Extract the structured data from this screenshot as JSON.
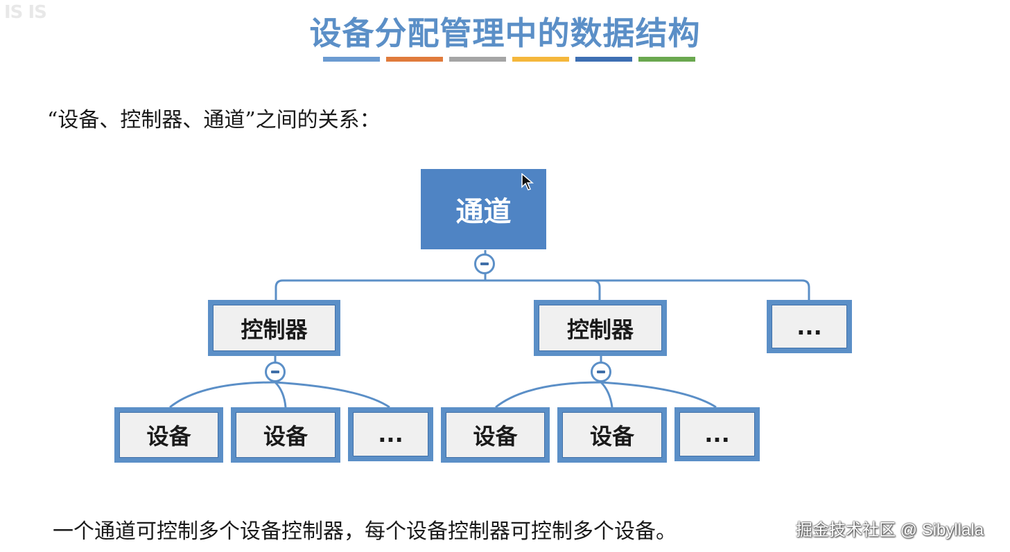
{
  "logo": {
    "text": "IS IS"
  },
  "title": "设备分配管理中的数据结构",
  "title_bar_colors": [
    "#6b9bd1",
    "#e07b3c",
    "#a5a5a5",
    "#f5b73c",
    "#3e6fb3",
    "#6aa84f"
  ],
  "intro": "“设备、控制器、通道”之间的关系：",
  "diagram": {
    "root": "通道",
    "controllers": [
      {
        "label": "控制器",
        "devices": [
          "设备",
          "设备",
          "..."
        ]
      },
      {
        "label": "控制器",
        "devices": [
          "设备",
          "设备",
          "..."
        ]
      },
      {
        "label": "..."
      }
    ]
  },
  "summary": "一个通道可控制多个设备控制器，每个设备控制器可控制多个设备。",
  "watermark": "掘金技术社区 @ Sibyllala",
  "colors": {
    "node_border": "#5b8fc7",
    "root_fill": "#4f84c4",
    "node_fill": "#f0f0f0"
  }
}
